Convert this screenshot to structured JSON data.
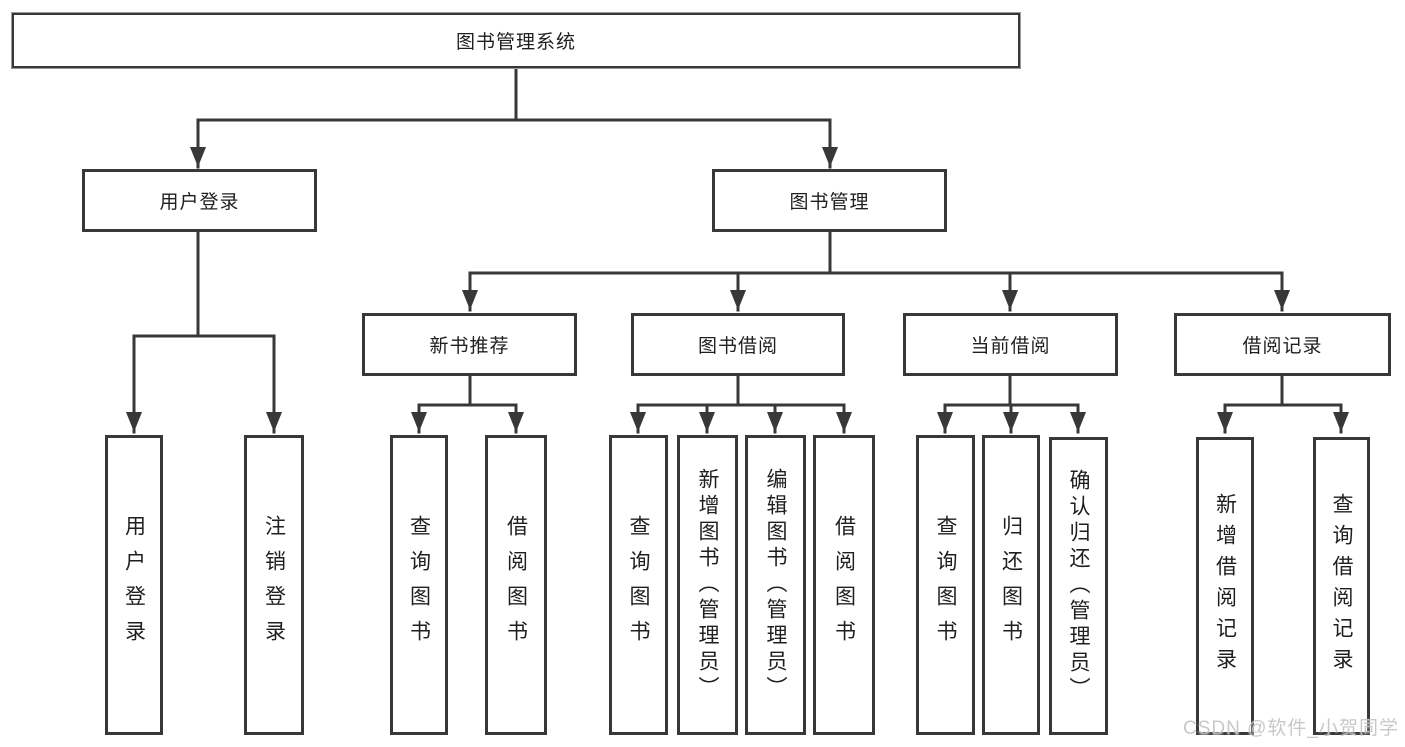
{
  "tree": {
    "root": "图书管理系统",
    "user_login": {
      "label": "用户登录",
      "children": [
        "用户登录",
        "注销登录"
      ]
    },
    "book_mgmt": {
      "label": "图书管理",
      "sections": {
        "new_book_rec": {
          "label": "新书推荐",
          "children": [
            "查询图书",
            "借阅图书"
          ]
        },
        "book_borrow": {
          "label": "图书借阅",
          "children": [
            "查询图书",
            "新增图书（管理员）",
            "编辑图书（管理员）",
            "借阅图书"
          ]
        },
        "current_borrow": {
          "label": "当前借阅",
          "children": [
            "查询图书",
            "归还图书",
            "确认归还（管理员）"
          ]
        },
        "borrow_records": {
          "label": "借阅记录",
          "children": [
            "新增借阅记录",
            "查询借阅记录"
          ]
        }
      }
    }
  },
  "watermark": "CSDN @软件_小贺同学",
  "colors": {
    "line": "#383838",
    "box_border": "#383838",
    "text": "#1f1f1f",
    "watermark": "#c4c4c4",
    "background": "#ffffff"
  }
}
